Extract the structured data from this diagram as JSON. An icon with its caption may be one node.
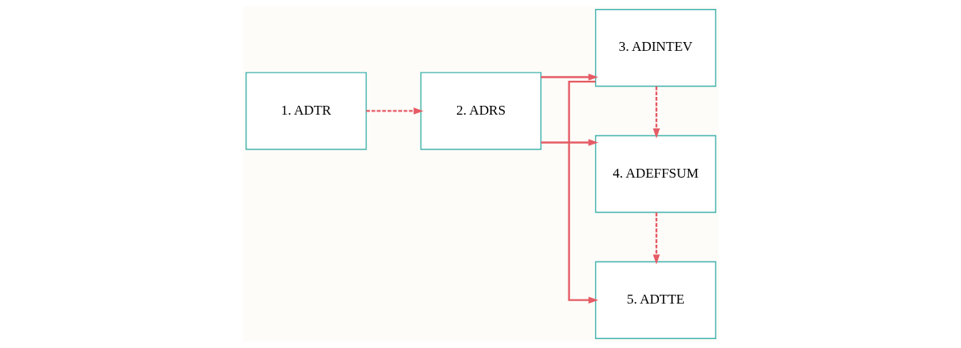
{
  "diagram": {
    "nodes": [
      {
        "text": [
          "1. ADTR"
        ]
      },
      {
        "text": [
          "2. ADRS"
        ]
      },
      {
        "text": [
          "3. ADINTEV"
        ]
      },
      {
        "text": [
          "4. ADEFFSUM"
        ]
      },
      {
        "text": [
          "5. ADTTE"
        ]
      }
    ],
    "edges": [
      {
        "from": 0,
        "to": 1,
        "arrow": "to",
        "style": "dashed"
      },
      {
        "from": 1,
        "to": 2,
        "arrow": "to"
      },
      {
        "from": 1,
        "to": 3,
        "arrow": "to"
      },
      {
        "from": 2,
        "to": 3,
        "arrow": "to",
        "style": "dashed"
      },
      {
        "from": 2,
        "to": 4,
        "arrow": "to"
      },
      {
        "from": 3,
        "to": 4,
        "arrow": "to",
        "style": "dashed"
      }
    ]
  }
}
